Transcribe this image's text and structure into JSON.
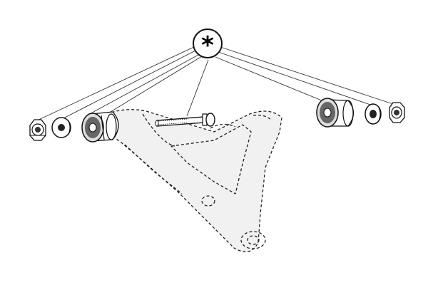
{
  "diagram": {
    "callout_symbol": "*",
    "parts": [
      {
        "id": "nut-left",
        "kind": "nut"
      },
      {
        "id": "washer-left",
        "kind": "washer"
      },
      {
        "id": "bushing-left",
        "kind": "bushing"
      },
      {
        "id": "bolt",
        "kind": "bolt"
      },
      {
        "id": "bushing-right",
        "kind": "bushing"
      },
      {
        "id": "washer-right",
        "kind": "washer"
      },
      {
        "id": "nut-right",
        "kind": "nut"
      }
    ],
    "colors": {
      "line": "#111111",
      "background": "#ffffff",
      "shade": "#f1f1f1"
    }
  }
}
